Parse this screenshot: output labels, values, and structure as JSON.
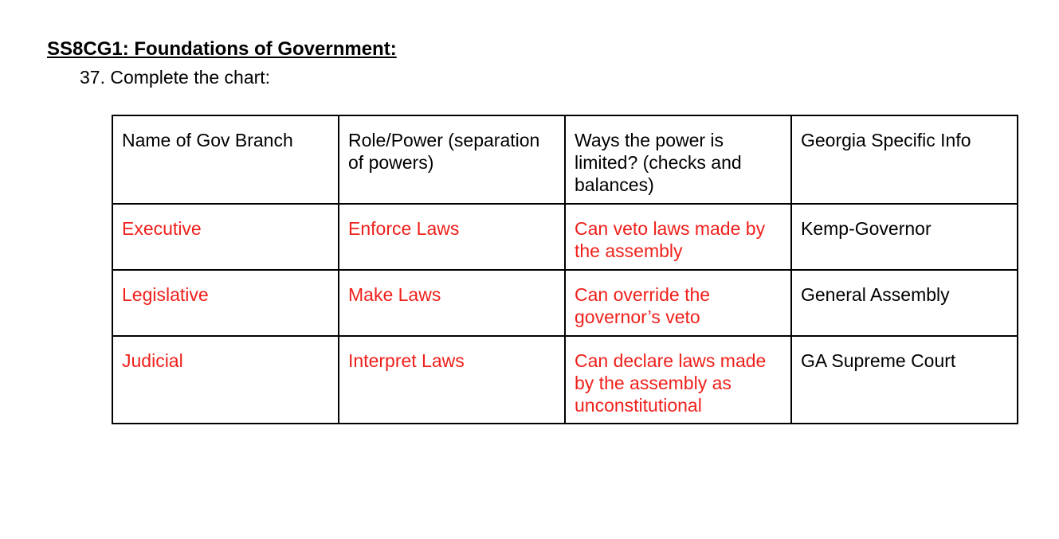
{
  "document": {
    "heading": "SS8CG1: Foundations of Government:",
    "prompt": "37. Complete the chart:"
  },
  "table": {
    "headers": [
      "Name of Gov Branch",
      "Role/Power (separation of powers)",
      "Ways the power is limited? (checks and balances)",
      "Georgia Specific Info"
    ],
    "rows": [
      {
        "branch": "Executive",
        "role": "Enforce Laws",
        "limits": "Can veto laws made by the assembly",
        "georgia": "Kemp-Governor"
      },
      {
        "branch": "Legislative",
        "role": "Make Laws",
        "limits": "Can override the governor’s veto",
        "georgia": "General Assembly"
      },
      {
        "branch": "Judicial",
        "role": "Interpret Laws",
        "limits": "Can declare laws made by the assembly as unconstitutional",
        "georgia": "GA Supreme Court"
      }
    ]
  },
  "colors": {
    "answer_text": "#f0201b",
    "given_text": "#000000",
    "border": "#000000"
  }
}
